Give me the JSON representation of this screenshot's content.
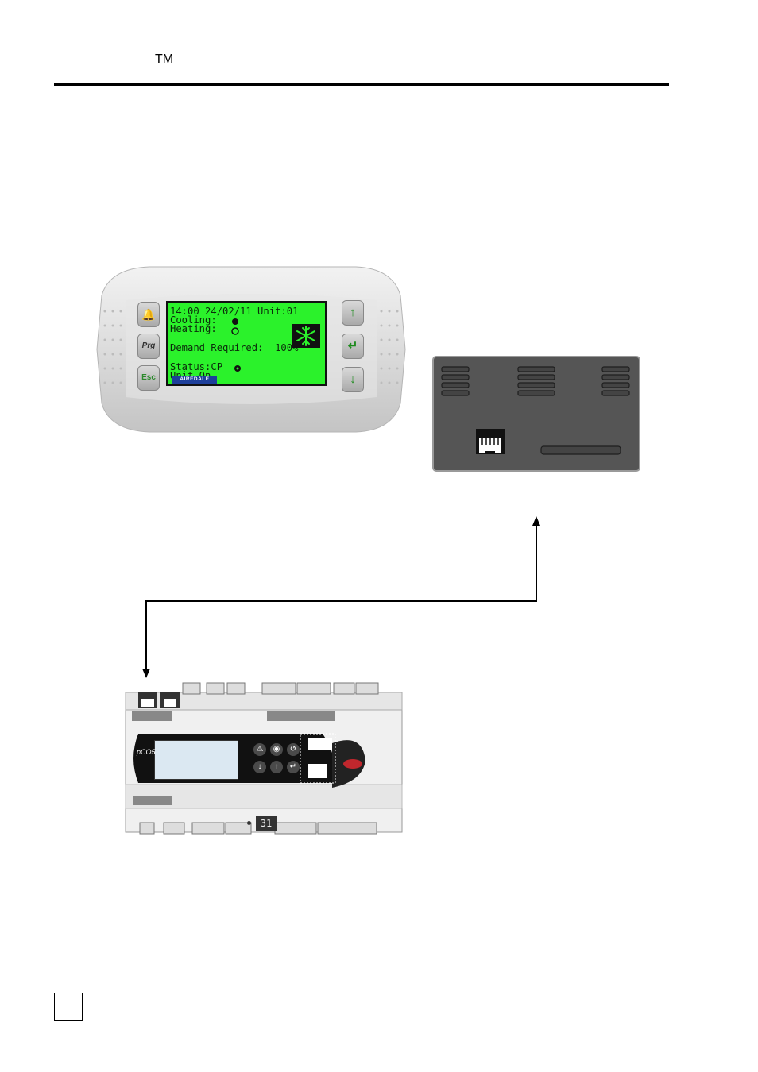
{
  "header": {
    "trademark": "TM"
  },
  "terminal": {
    "lcd_lines": [
      "14:00 24/02/11 Unit:01",
      "Cooling:",
      "Heating:",
      "Demand Required:  100%",
      "Status:CP",
      "Unit On"
    ],
    "brand": "AIREDALE",
    "keys": {
      "alarm": "🔔",
      "prg": "Prg",
      "esc": "Esc",
      "up": "↑",
      "enter": "↵",
      "down": "↓"
    }
  },
  "controller": {
    "logo": "pCO5",
    "display_value": "31",
    "keys": [
      "⚠",
      "◉",
      "↺",
      "↓",
      "↑",
      "↵"
    ]
  }
}
